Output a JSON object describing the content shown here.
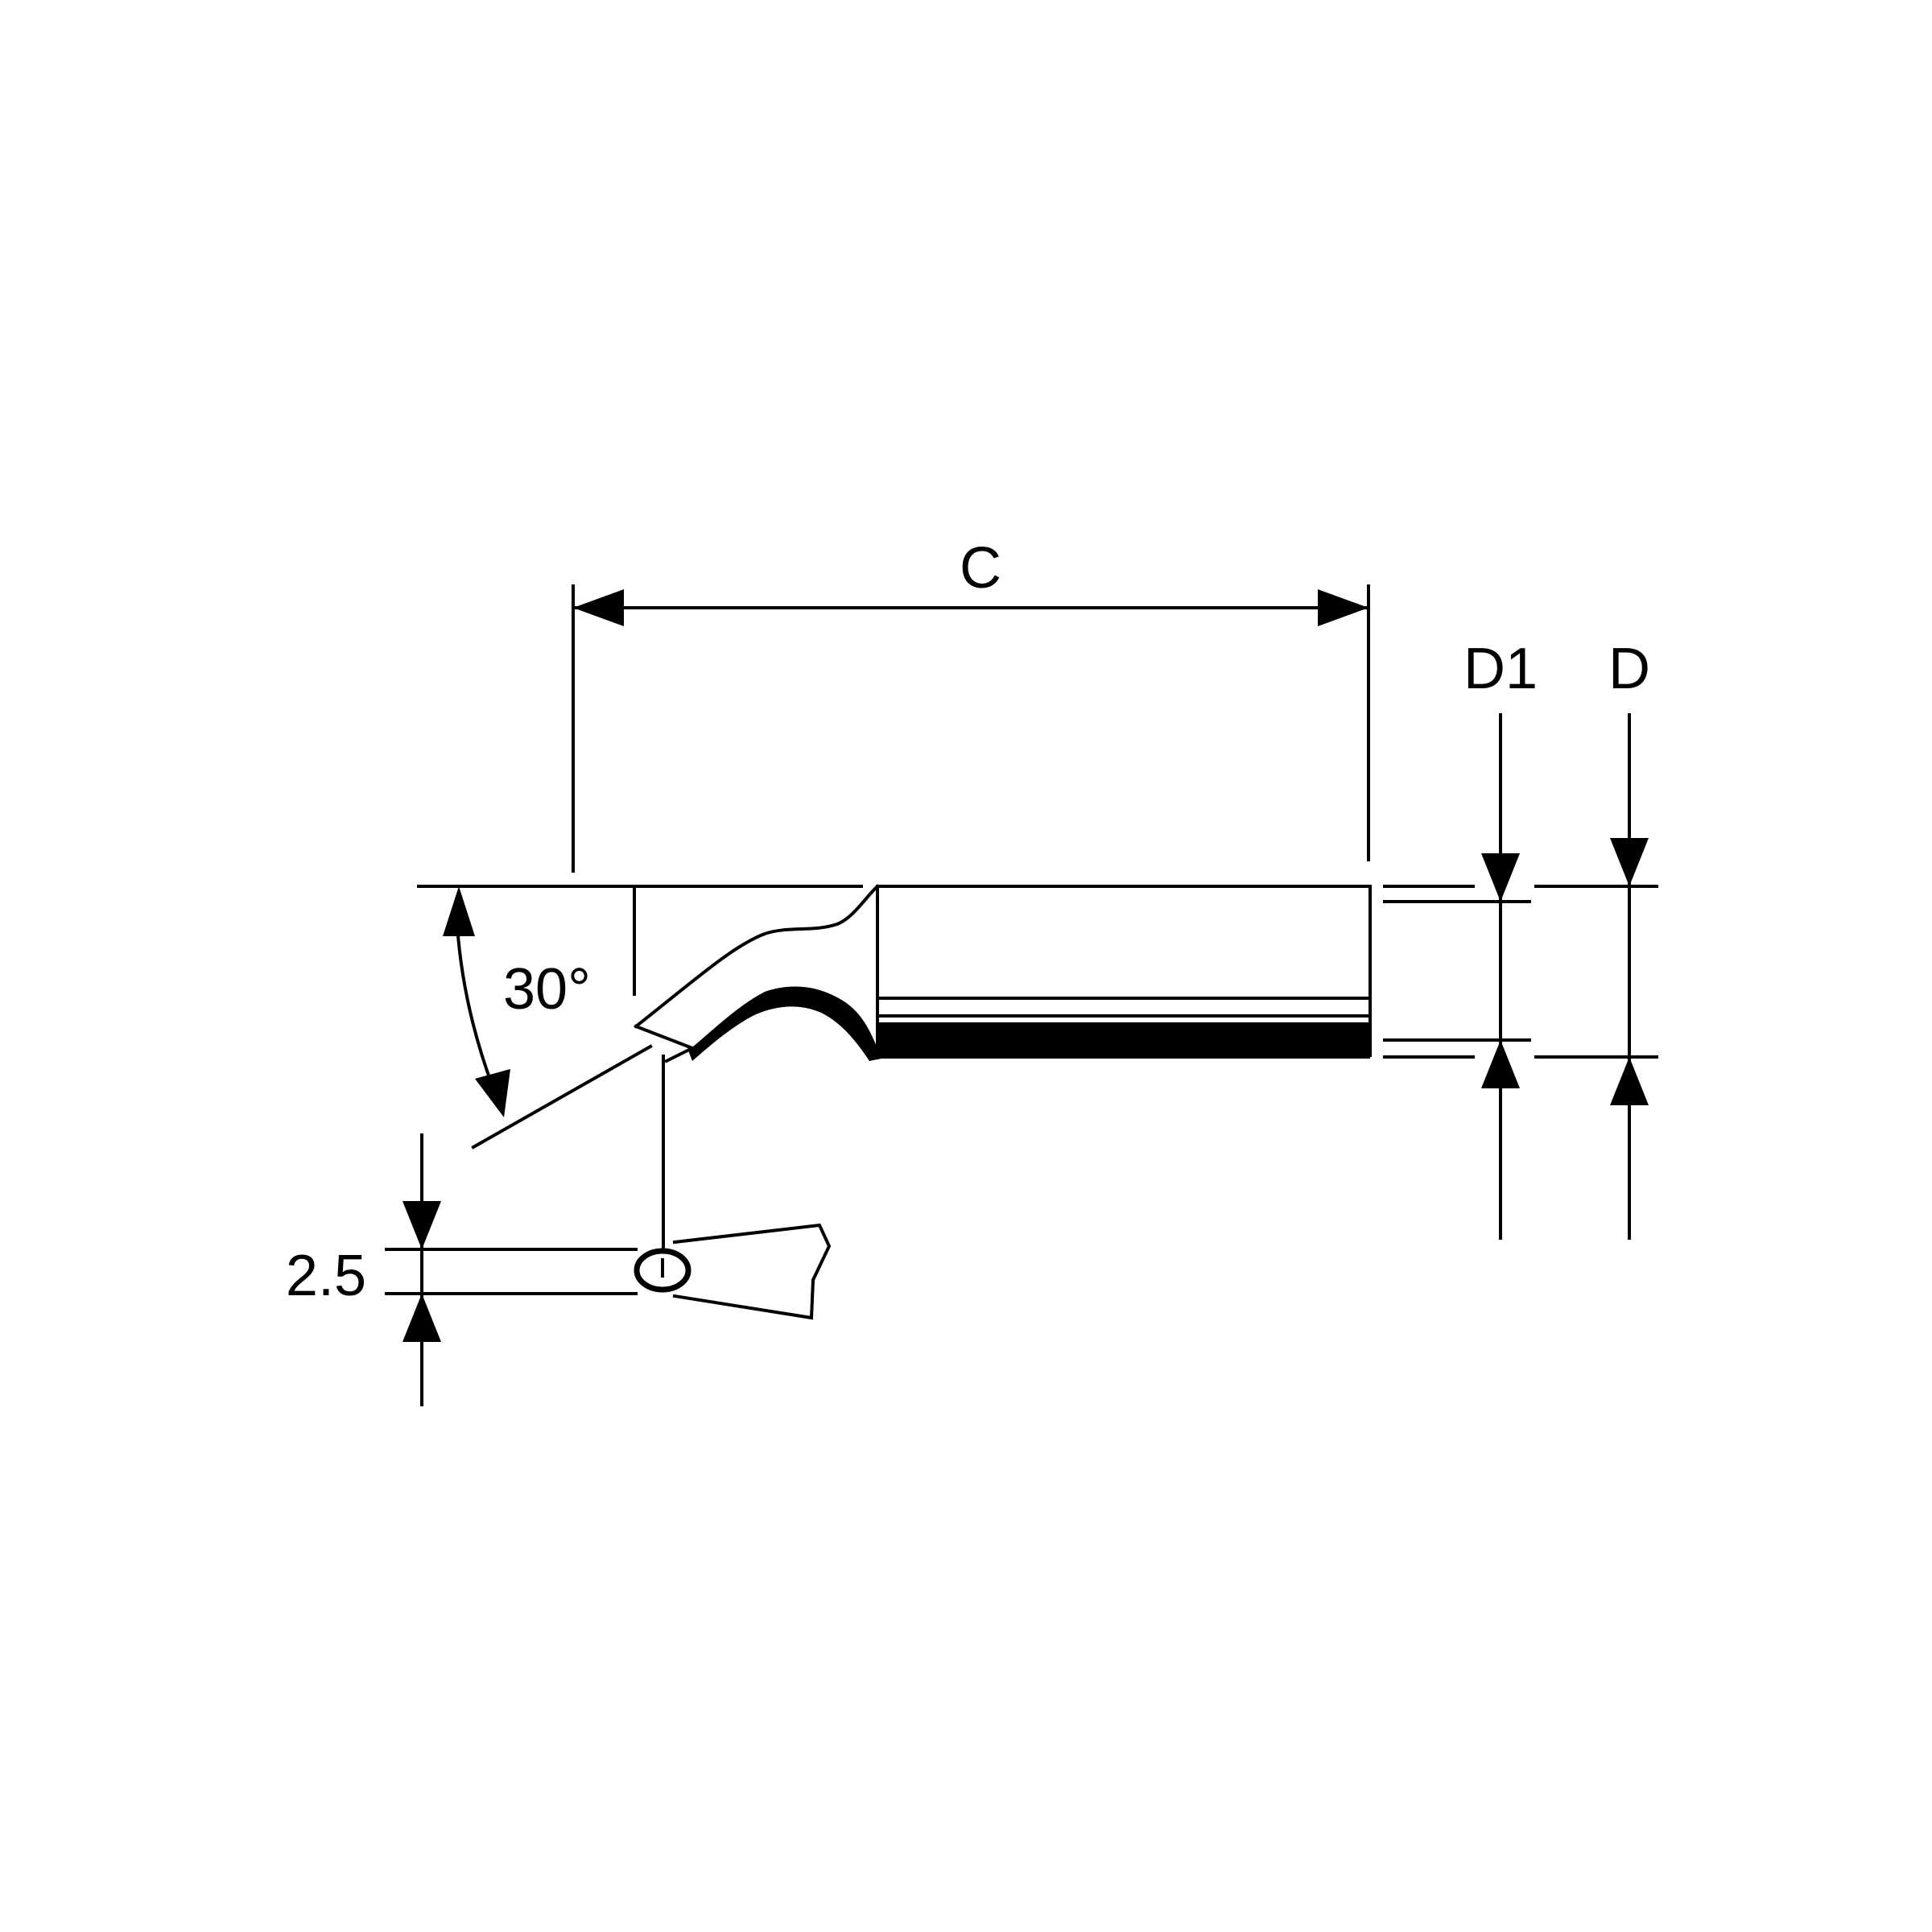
{
  "drawing": {
    "dimension_labels": {
      "length_c": "C",
      "diameter_d1": "D1",
      "diameter_d": "D",
      "angle": "30°",
      "tip_height": "2.5"
    },
    "colors": {
      "line": "#000000",
      "background": "#ffffff"
    }
  }
}
